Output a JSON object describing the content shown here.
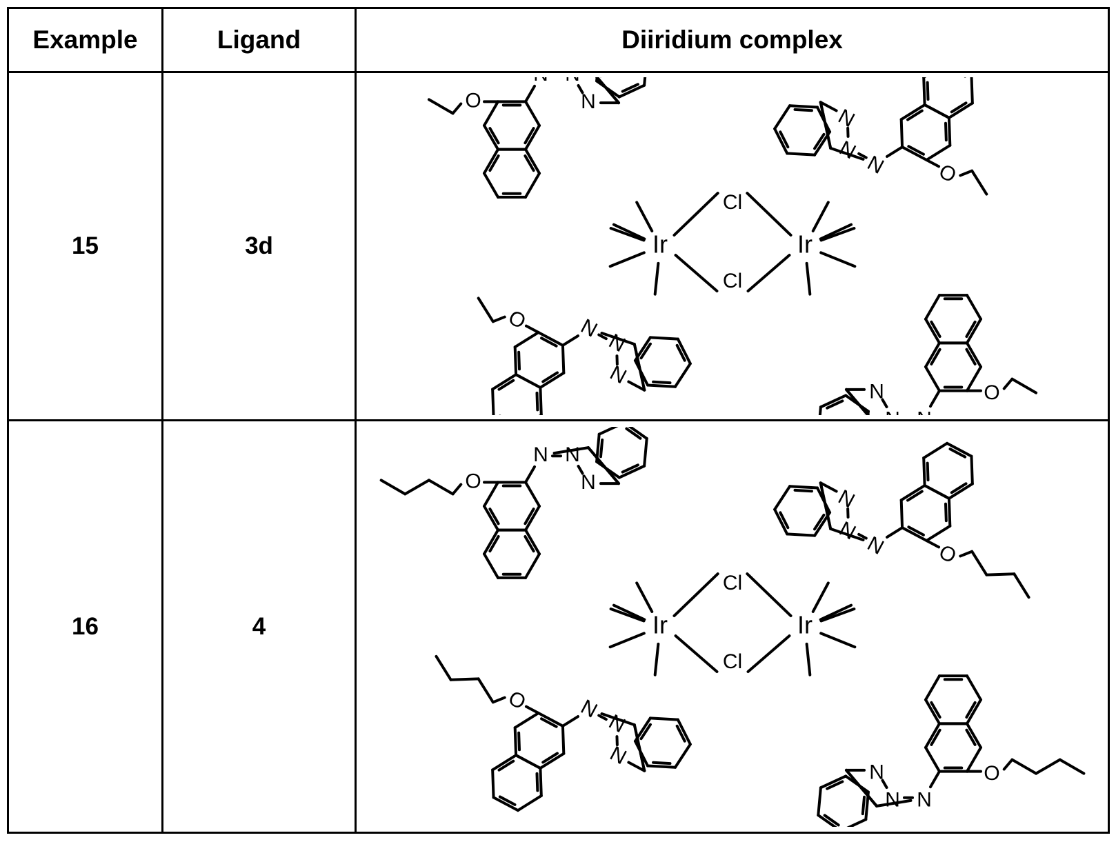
{
  "table": {
    "headers": [
      "Example",
      "Ligand",
      "Diiridium complex"
    ],
    "rows": [
      {
        "example": "15",
        "ligand": "3d",
        "complex": {
          "metal_label": "Ir",
          "bridge_label": "Cl",
          "nitrogen_label": "N",
          "oxygen_label": "O",
          "alkoxy": "ethoxy",
          "alkoxy_carbons": 2,
          "ligand_count": 4,
          "description": "di-mu-chloro bridged diiridium complex with four cyclometalated 1-(4-ethoxynaphthalen-1-yl)-benzotriazole ligands"
        }
      },
      {
        "example": "16",
        "ligand": "4",
        "complex": {
          "metal_label": "Ir",
          "bridge_label": "Cl",
          "nitrogen_label": "N",
          "oxygen_label": "O",
          "alkoxy": "butoxy",
          "alkoxy_carbons": 4,
          "ligand_count": 4,
          "description": "di-mu-chloro bridged diiridium complex with four cyclometalated 1-(4-butoxynaphthalen-1-yl)-benzotriazole ligands"
        }
      }
    ]
  },
  "colors": {
    "border": "#000000",
    "background": "#ffffff",
    "ink": "#000000"
  }
}
